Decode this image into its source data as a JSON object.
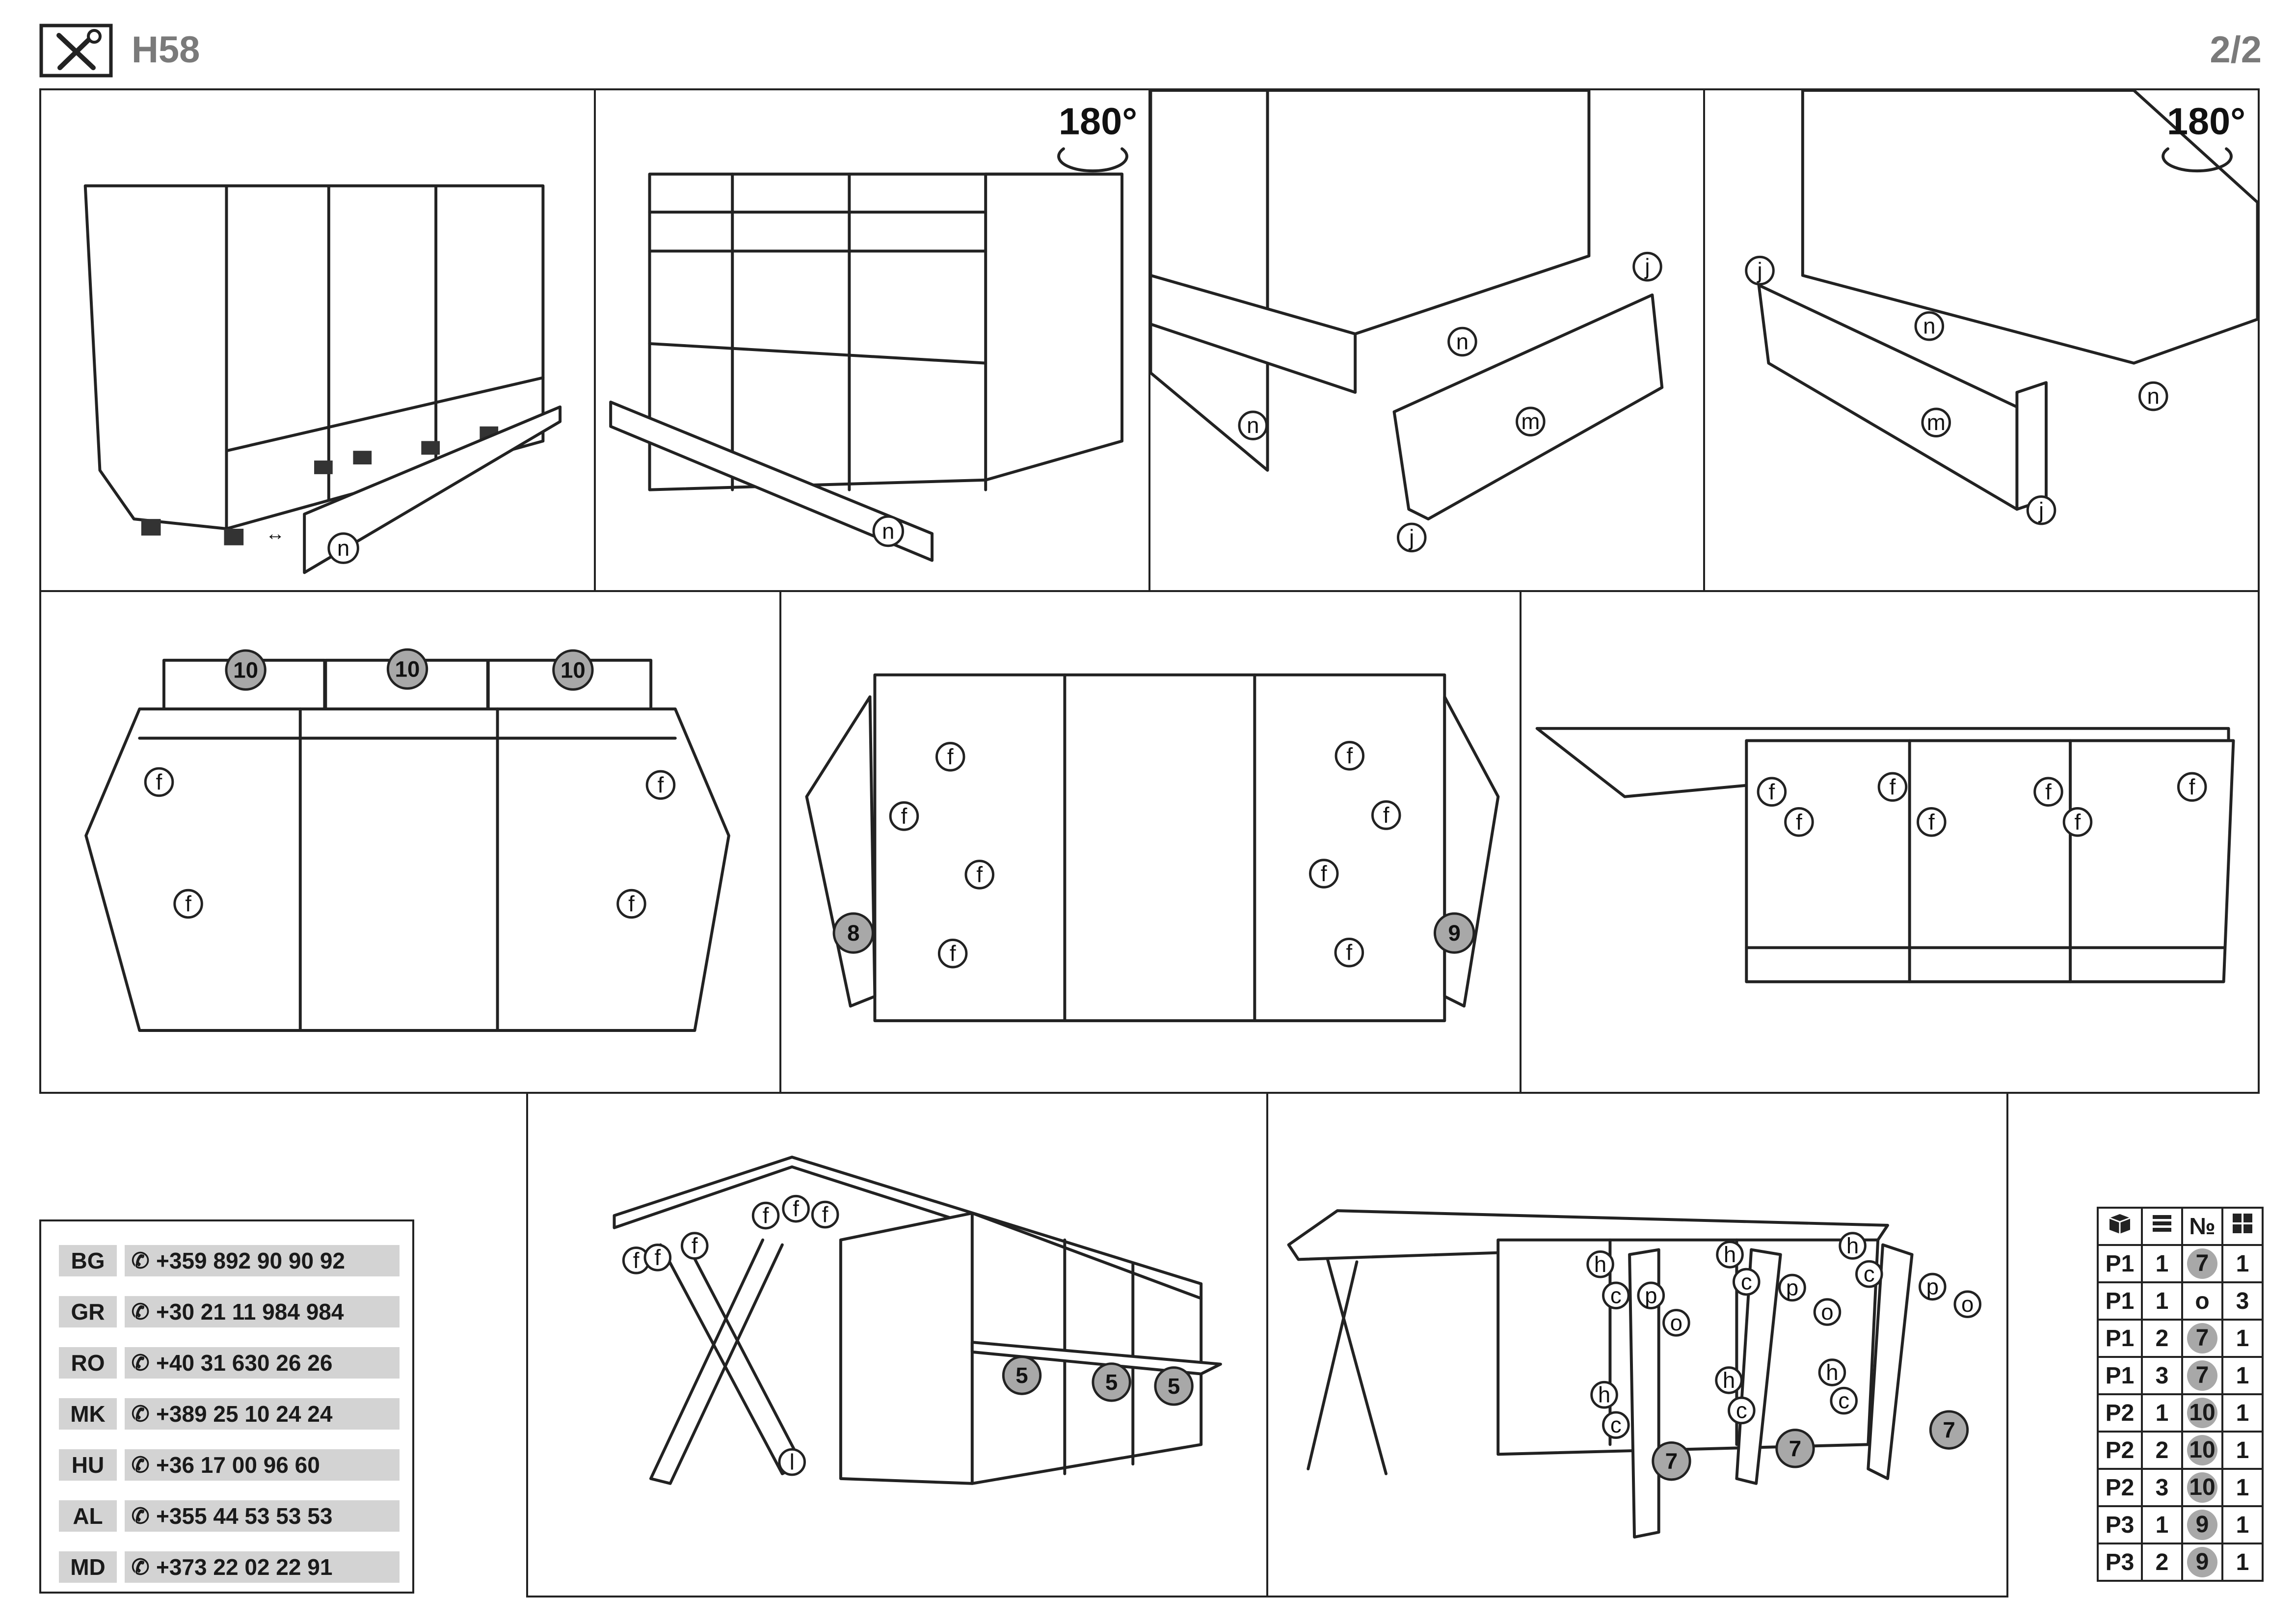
{
  "header": {
    "title": "H58",
    "page": "2/2",
    "tools_icon": "tools-icon"
  },
  "rotation_label": "180°",
  "steps": {
    "step1": {
      "labels": [
        "n"
      ]
    },
    "step2": {
      "rotation": "180°",
      "labels": [
        "n"
      ]
    },
    "step3": {
      "labels": [
        "j",
        "n",
        "n",
        "m",
        "j"
      ]
    },
    "step4": {
      "rotation": "180°",
      "labels": [
        "j",
        "n",
        "m",
        "n",
        "j"
      ]
    },
    "step5": {
      "parts": [
        "10",
        "10",
        "10"
      ],
      "labels": [
        "f"
      ]
    },
    "step6": {
      "parts": [
        "8",
        "9"
      ],
      "labels": [
        "f"
      ]
    },
    "step7": {
      "labels": [
        "f"
      ]
    },
    "step8": {
      "parts": [
        "5",
        "5",
        "5"
      ],
      "labels": [
        "f",
        "l"
      ]
    },
    "step9": {
      "parts": [
        "7",
        "7",
        "7"
      ],
      "labels": [
        "h",
        "c",
        "p",
        "o"
      ]
    }
  },
  "contacts": [
    {
      "code": "BG",
      "phone": "+359 892 90 90 92"
    },
    {
      "code": "GR",
      "phone": "+30 21 11 984 984"
    },
    {
      "code": "RO",
      "phone": "+40 31 630 26 26"
    },
    {
      "code": "MK",
      "phone": "+389 25 10 24 24"
    },
    {
      "code": "HU",
      "phone": "+36 17 00 96 60"
    },
    {
      "code": "AL",
      "phone": "+355 44 53 53 53"
    },
    {
      "code": "MD",
      "phone": "+373 22 02 22 91"
    }
  ],
  "parts_table": {
    "header_icons": [
      "box-icon",
      "stack-icon",
      "number-sign",
      "grid-icon"
    ],
    "header_number": "№",
    "rows": [
      {
        "package": "P1",
        "layer": "1",
        "part": "7",
        "qty": "1"
      },
      {
        "package": "P1",
        "layer": "1",
        "part": "o",
        "qty": "3"
      },
      {
        "package": "P1",
        "layer": "2",
        "part": "7",
        "qty": "1"
      },
      {
        "package": "P1",
        "layer": "3",
        "part": "7",
        "qty": "1"
      },
      {
        "package": "P2",
        "layer": "1",
        "part": "10",
        "qty": "1"
      },
      {
        "package": "P2",
        "layer": "2",
        "part": "10",
        "qty": "1"
      },
      {
        "package": "P2",
        "layer": "3",
        "part": "10",
        "qty": "1"
      },
      {
        "package": "P3",
        "layer": "1",
        "part": "9",
        "qty": "1"
      },
      {
        "package": "P3",
        "layer": "2",
        "part": "9",
        "qty": "1"
      }
    ]
  }
}
